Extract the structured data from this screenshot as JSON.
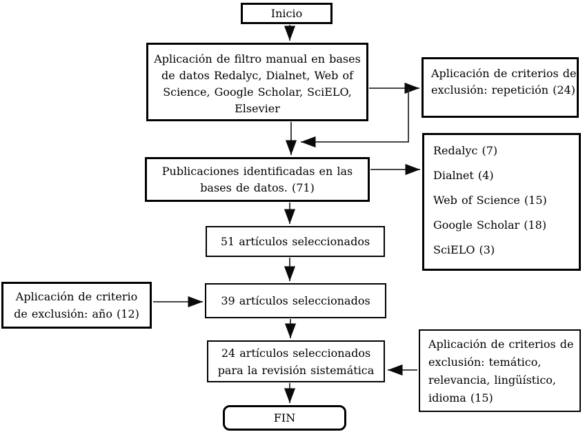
{
  "diagram": {
    "nodes": {
      "inicio": {
        "label": "Inicio"
      },
      "filtro": {
        "lines": [
          "Aplicación de filtro manual en bases",
          "de datos Redalyc, Dialnet, Web of",
          "Science, Google Scholar, SciELO,",
          "Elsevier"
        ]
      },
      "repeticion": {
        "lines": [
          "Aplicación de criterios de",
          "exclusión: repetición (24)"
        ]
      },
      "publicaciones": {
        "lines": [
          "Publicaciones identificadas en las",
          "bases de datos. (71)"
        ]
      },
      "databases": {
        "items": [
          "Redalyc (7)",
          "Dialnet (4)",
          "Web of Science (15)",
          "Google Scholar (18)",
          "SciELO (3)"
        ]
      },
      "sel51": {
        "label": "51 artículos seleccionados"
      },
      "excl_anio": {
        "lines": [
          "Aplicación de criterio",
          "de exclusión: año (12)"
        ]
      },
      "sel39": {
        "label": "39 artículos seleccionados"
      },
      "sel24": {
        "lines": [
          "24 artículos seleccionados",
          "para la revisión sistemática"
        ]
      },
      "excl_tematico": {
        "lines": [
          "Aplicación de criterios de",
          "exclusión: temático,",
          "relevancia, lingüístico,",
          "idioma (15)"
        ]
      },
      "fin": {
        "label": "FIN"
      }
    },
    "colors": {
      "border": "#000000",
      "background": "#ffffff",
      "text": "#000000",
      "arrow": "#2b2b2b"
    }
  }
}
